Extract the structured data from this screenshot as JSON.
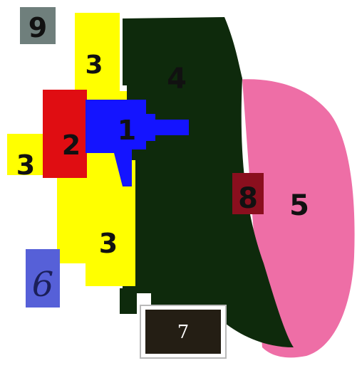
{
  "regions": [
    {
      "id": "region-1",
      "label": "1",
      "color": "#1414ff"
    },
    {
      "id": "region-2",
      "label": "2",
      "color": "#e00d12"
    },
    {
      "id": "region-3-top",
      "label": "3",
      "color": "#ffff00"
    },
    {
      "id": "region-3-left",
      "label": "3",
      "color": "#ffff00"
    },
    {
      "id": "region-3-bottom",
      "label": "3",
      "color": "#ffff00"
    },
    {
      "id": "region-4",
      "label": "4",
      "color": "#0e2a0c"
    },
    {
      "id": "region-5",
      "label": "5",
      "color": "#ee6ea6"
    },
    {
      "id": "region-6",
      "label": "6",
      "color": "#5660d8"
    },
    {
      "id": "region-7",
      "label": "7",
      "color": "#8a0f1e"
    },
    {
      "id": "region-8",
      "label": "8",
      "color": "#241e14"
    },
    {
      "id": "region-9",
      "label": "9",
      "color": "#6f7f7c"
    }
  ]
}
